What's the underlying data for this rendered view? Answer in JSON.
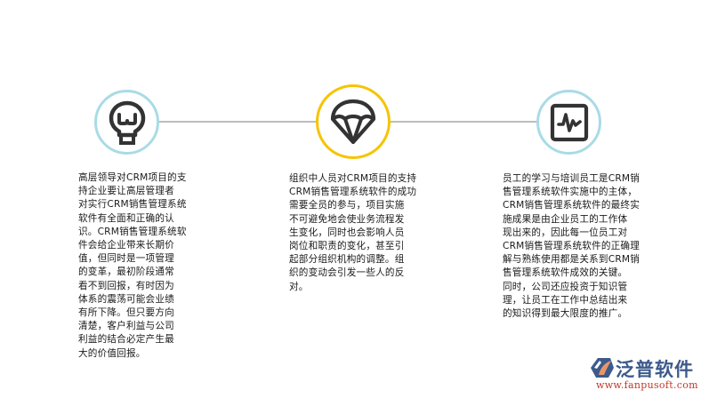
{
  "colors": {
    "circle_blue": "#a8dbe6",
    "circle_yellow": "#f5c400",
    "icon_dark": "#333333",
    "connector": "#bdbdbd",
    "logo_blue": "#3c5a8c",
    "logo_url_red": "#c0392b"
  },
  "steps": [
    {
      "icon": "lightbulb-icon",
      "ring_color": "#a8dbe6",
      "text": "高层领导对CRM项目的支\n持企业要让高层管理者\n对实行CRM销售管理系统\n软件有全面和正确的认\n识。CRM销售管理系统软\n件会给企业带来长期价\n值，但同时是一项管理\n的变革，最初阶段通常\n看不到回报，有时因为\n体系的震荡可能会业绩\n有所下降。但只要方向\n清楚，客户利益与公司\n利益的结合必定产生最\n大的价值回报。"
    },
    {
      "icon": "parachute-icon",
      "ring_color": "#f5c400",
      "text": "组织中人员对CRM项目的支持\nCRM销售管理系统软件的成功\n需要全员的参与，项目实施\n不可避免地会使业务流程发\n生变化，同时也会影响人员\n岗位和职责的变化，甚至引\n起部分组织机构的调整。组\n织的变动会引发一些人的反\n对。"
    },
    {
      "icon": "activity-monitor-icon",
      "ring_color": "#a8dbe6",
      "text": "员工的学习与培训员工是CRM销\n售管理系统软件实施中的主体，\nCRM销售管理系统软件的最终实\n施成果是由企业员工的工作体\n现出来的，因此每一位员工对\nCRM销售管理系统软件的正确理\n解与熟练使用都是关系到CRM销\n售管理系统软件成效的关键。\n同时，公司还应投资于知识管\n理，让员工在工作中总结出来\n的知识得到最大限度的推广。"
    }
  ],
  "logo": {
    "name": "泛普软件",
    "url": "www.fanpusoft.com"
  }
}
